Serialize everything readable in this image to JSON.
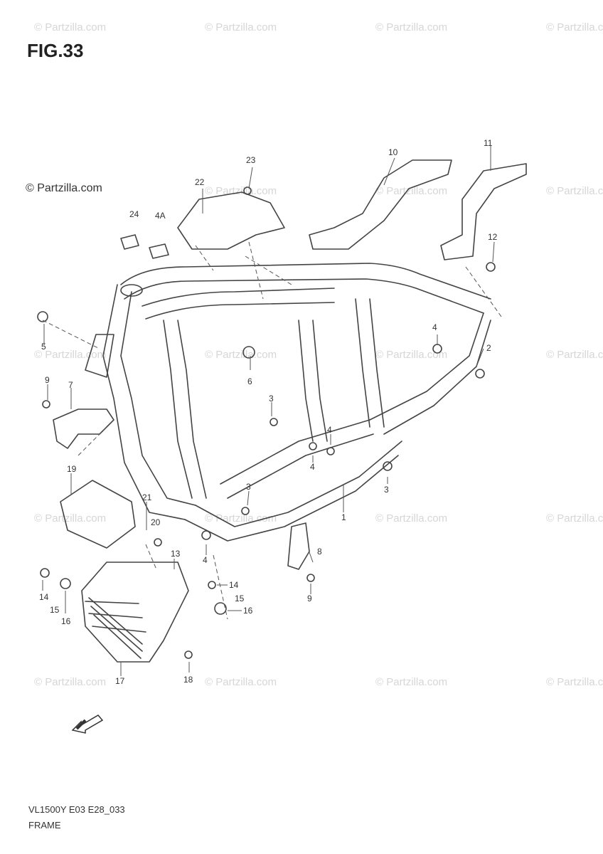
{
  "figure": {
    "title": "FIG.33"
  },
  "watermark": {
    "text": "© Partzilla.com"
  },
  "logo": {
    "text": "© Partzilla.com"
  },
  "callouts": [
    "23",
    "22",
    "24",
    "4A",
    "10",
    "11",
    "12",
    "5",
    "6",
    "4",
    "2",
    "9",
    "7",
    "3",
    "4",
    "4",
    "3",
    "19",
    "21",
    "20",
    "1",
    "3",
    "4",
    "8",
    "9",
    "13",
    "14",
    "15",
    "16",
    "14",
    "15",
    "16",
    "17",
    "18"
  ],
  "footer": {
    "model": "VL1500Y E03 E28_033",
    "name": "FRAME"
  },
  "icons": {
    "direction": "fwd-arrow-icon"
  }
}
